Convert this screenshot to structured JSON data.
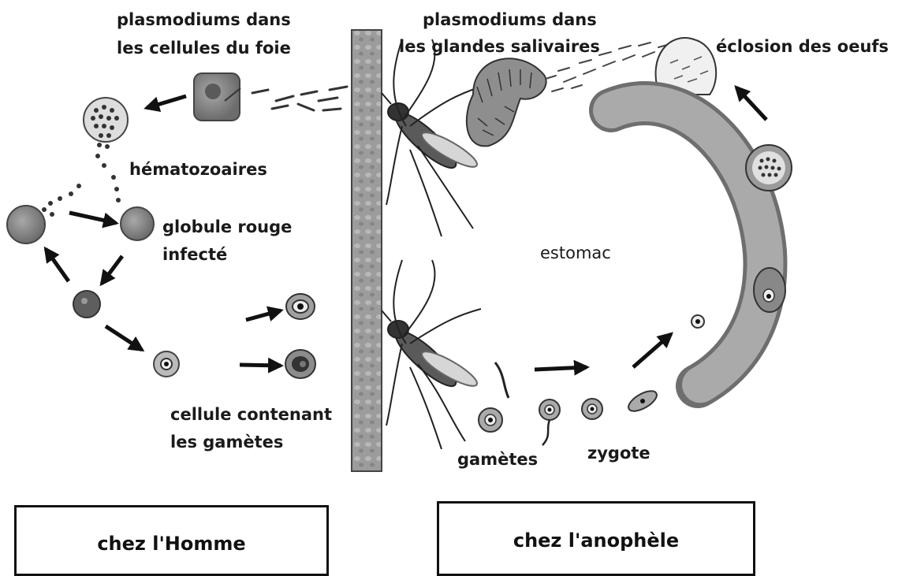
{
  "labels": {
    "plasmodium_liver_line1": "plasmodiums dans",
    "plasmodium_liver_line2": "les cellules du foie",
    "plasmodium_salivary_line1": "plasmodiums dans",
    "plasmodium_salivary_line2": "les glandes salivaires",
    "egg_hatching": "éclosion des oeufs",
    "hematozoa": "hématozoaires",
    "red_cell_line1": "globule rouge",
    "red_cell_line2": "infecté",
    "stomach": "estomac",
    "gamete_cell_line1": "cellule contenant",
    "gamete_cell_line2": "les gamètes",
    "gametes": "gamètes",
    "zygote": "zygote"
  },
  "boxes": {
    "human": "chez l'Homme",
    "anopheles": "chez l'anophèle"
  },
  "colors": {
    "cell_fill": "#8a8a8a",
    "cell_dark": "#3a3a3a",
    "skin": "#9a9a9a",
    "arrow": "#111111"
  }
}
